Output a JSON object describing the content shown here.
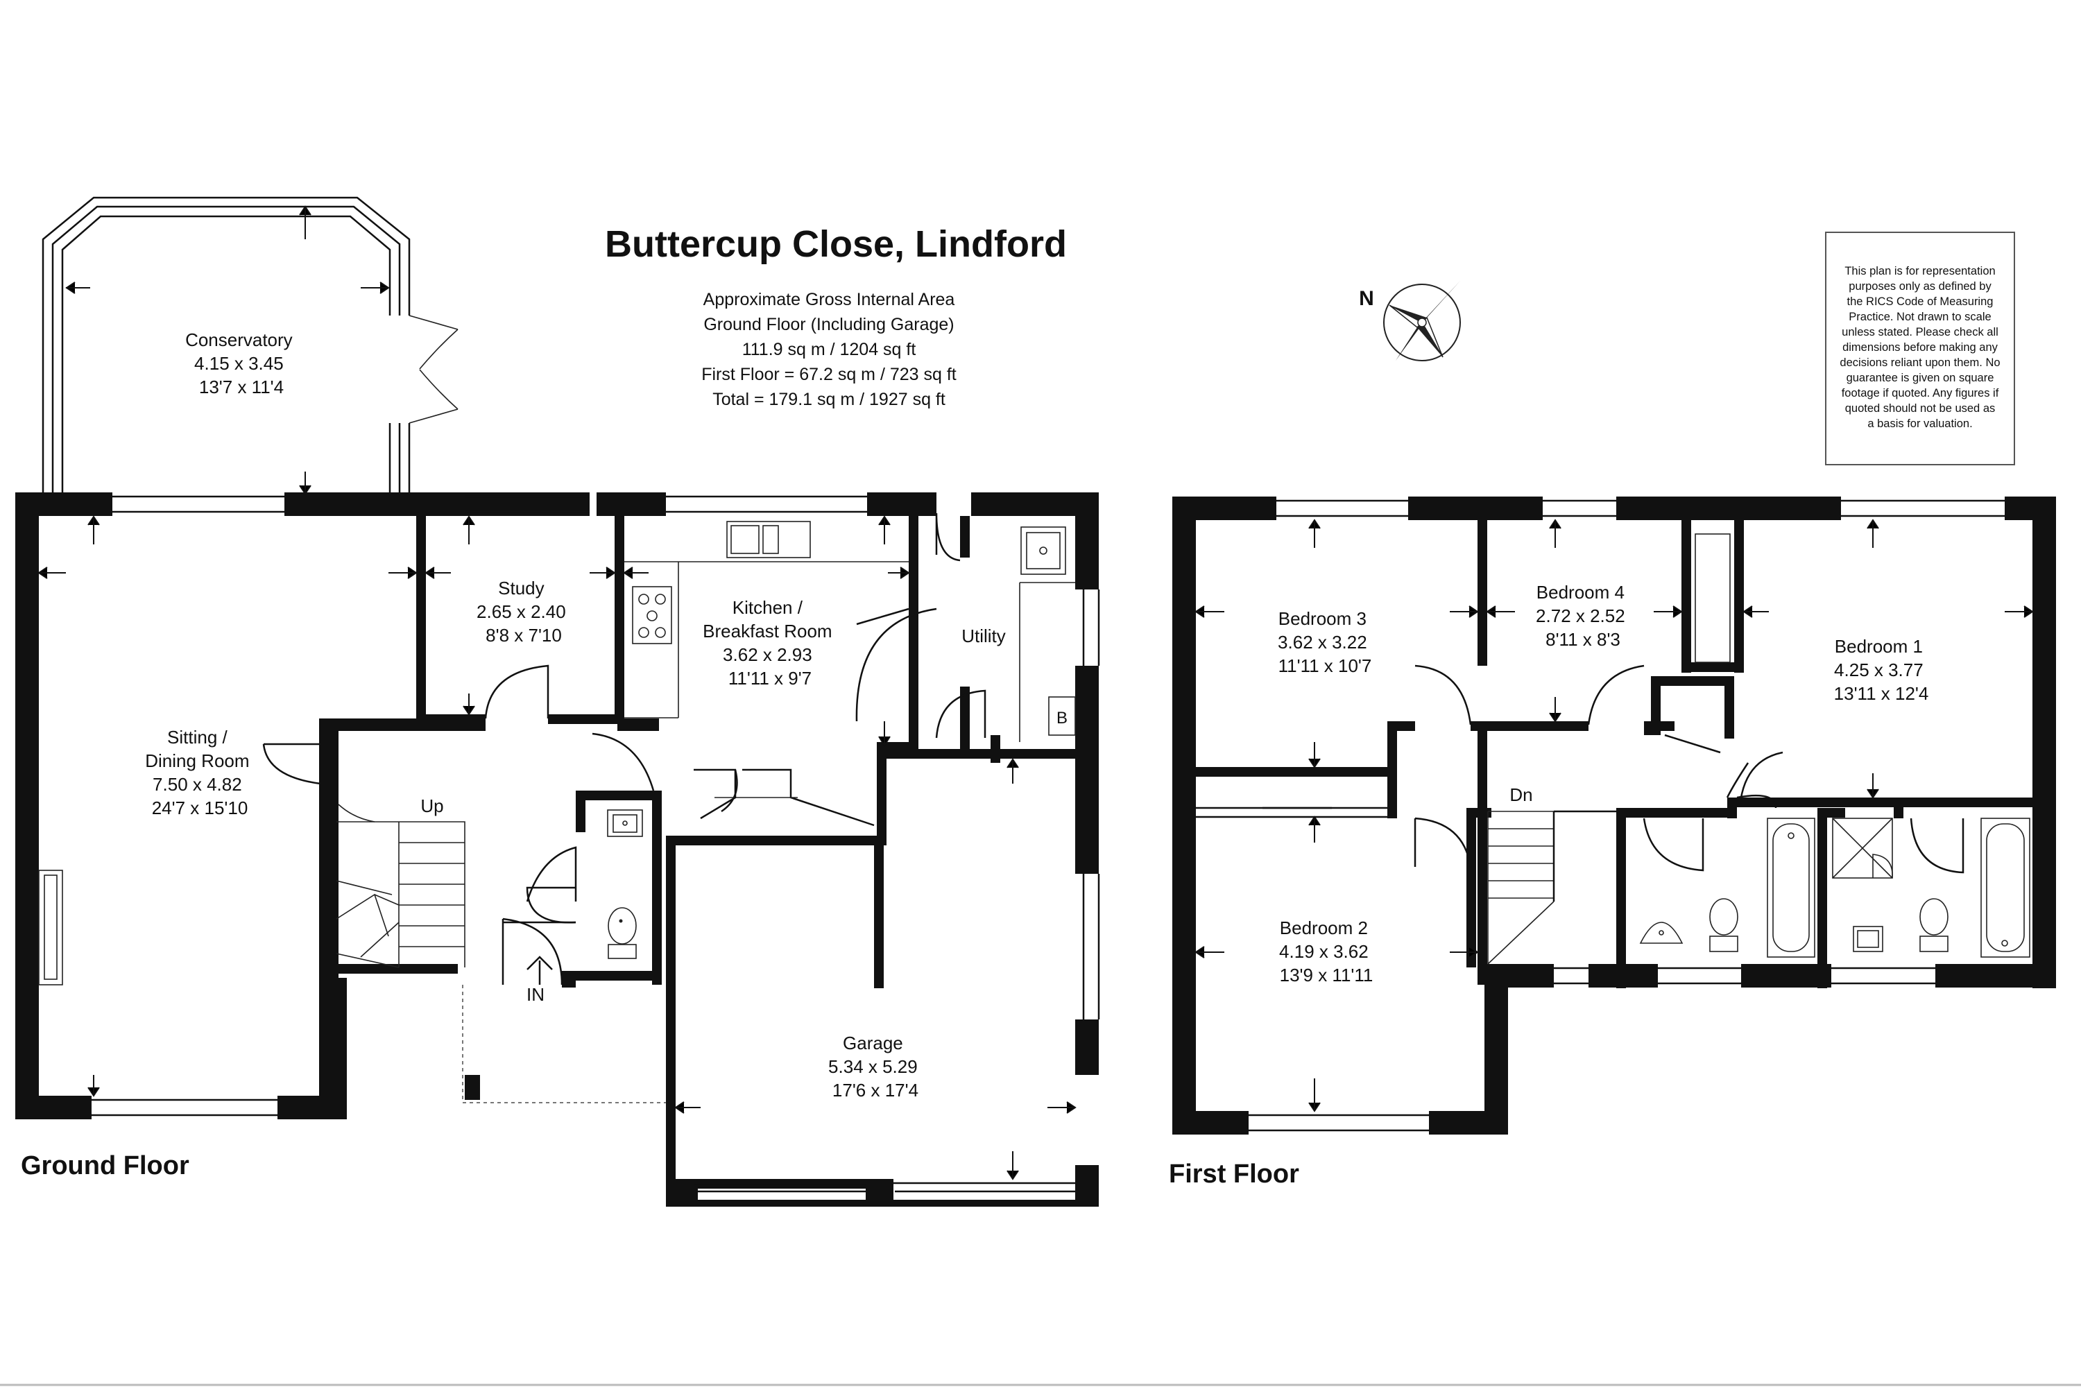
{
  "title": "Buttercup Close, Lindford",
  "area_lines": [
    "Approximate Gross Internal Area",
    "Ground Floor (Including Garage)",
    "111.9 sq m / 1204 sq ft",
    "First Floor = 67.2 sq m / 723 sq ft",
    "Total = 179.1 sq m / 1927 sq ft"
  ],
  "compass_label": "N",
  "disclaimer_lines": [
    "This plan is for representation",
    "purposes only as defined by",
    "the RICS Code of Measuring",
    "Practice. Not drawn to scale",
    "unless stated. Please check all",
    "dimensions before making any",
    "decisions reliant upon them. No",
    "guarantee is given on square",
    "footage if quoted. Any figures if",
    "quoted should not be used as",
    "a basis for valuation."
  ],
  "floors": {
    "ground": "Ground Floor",
    "first": "First Floor"
  },
  "rooms": {
    "conservatory": [
      "Conservatory",
      "4.15 x 3.45",
      "13'7 x 11'4"
    ],
    "sitting": [
      "Sitting  /",
      "Dining Room",
      "7.50 x 4.82",
      "24'7 x 15'10"
    ],
    "study": [
      "Study",
      "2.65 x 2.40",
      "8'8 x 7'10"
    ],
    "kitchen": [
      "Kitchen /",
      "Breakfast Room",
      "3.62 x 2.93",
      "11'11 x 9'7"
    ],
    "utility": [
      "Utility"
    ],
    "garage": [
      "Garage",
      "5.34 x 5.29",
      "17'6 x 17'4"
    ],
    "bedroom3": [
      "Bedroom 3",
      "3.62 x 3.22",
      "11'11 x 10'7"
    ],
    "bedroom4": [
      "Bedroom 4",
      "2.72 x 2.52",
      "8'11 x 8'3"
    ],
    "bedroom1": [
      "Bedroom 1",
      "4.25 x 3.77",
      "13'11 x 12'4"
    ],
    "bedroom2": [
      "Bedroom 2",
      "4.19 x 3.62",
      "13'9 x 11'11"
    ]
  },
  "labels": {
    "stairs_up": "Up",
    "stairs_down": "Dn",
    "entrance": "IN",
    "boiler": "B"
  }
}
